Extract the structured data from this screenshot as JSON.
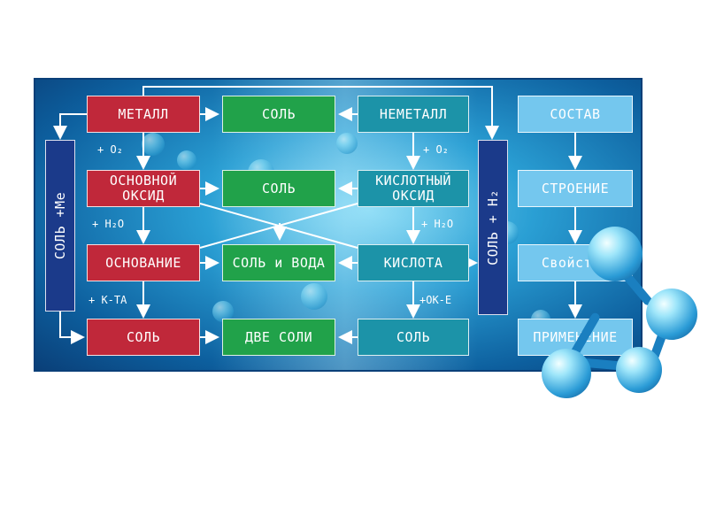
{
  "boxes": {
    "metal": "МЕТАЛЛ",
    "salt_top": "СОЛЬ",
    "nonmetal": "НЕМЕТАЛЛ",
    "composition": "СОСТАВ",
    "basic_oxide": "ОСНОВНОЙ\nОКСИД",
    "salt_mid": "СОЛЬ",
    "acid_oxide": "КИСЛОТНЫЙ\nОКСИД",
    "structure": "СТРОЕНИЕ",
    "base": "ОСНОВАНИЕ",
    "salt_water": "СОЛЬ и ВОДА",
    "acid": "КИСЛОТА",
    "properties": "Свойства",
    "salt_bottom": "СОЛЬ",
    "two_salts": "ДВЕ СОЛИ",
    "salt_bottom_right": "СОЛЬ",
    "application": "ПРИМЕНЕНИЕ"
  },
  "bars": {
    "left": "СОЛЬ +Me",
    "right": "СОЛЬ + H₂"
  },
  "labels": {
    "o2_left": "+ O₂",
    "h2o_left": "+ H₂O",
    "acid_left": "+ K-TA",
    "o2_right": "+ O₂",
    "h2o_right": "+ H₂O",
    "base_right": "+OK-E"
  },
  "colors": {
    "red": "#c0283a",
    "green": "#21a24a",
    "teal": "#1c93a8",
    "light_blue": "#74c7ee",
    "navy": "#1b3a8a"
  }
}
